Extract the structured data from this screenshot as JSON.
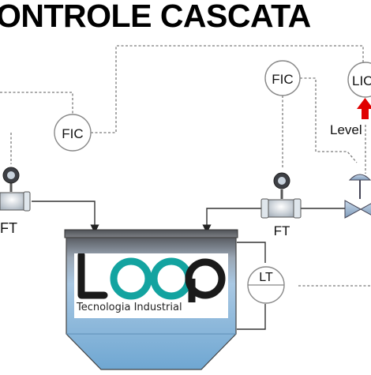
{
  "title": "ONTROLE CASCATA",
  "instruments": {
    "fic_left": "FIC",
    "fic_right": "FIC",
    "lic": "LIC",
    "ft_left": "FT",
    "ft_right": "FT",
    "lt": "LT",
    "level_text": "Level"
  },
  "logo": {
    "subtitle": "Tecnologia Industrial",
    "colors": {
      "loop_teal": "#13a3a0",
      "loop_dark": "#1a1a1a"
    }
  },
  "colors": {
    "signal_line": "#7a7a7a",
    "pipe": "#333333",
    "tank_liquid": "#7eb2d8",
    "indicator_arrow": "#e00000"
  }
}
